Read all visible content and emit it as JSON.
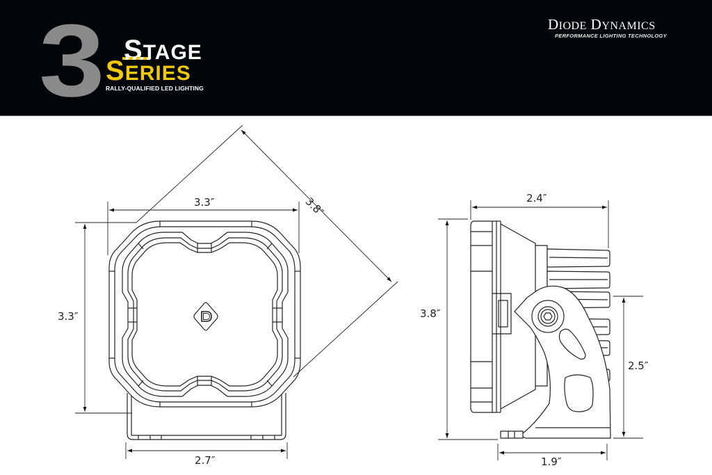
{
  "header": {
    "product_logo": {
      "numeral": "3",
      "word1": "Stage",
      "word2": "Series",
      "tagline": "RALLY-QUALIFIED LED LIGHTING",
      "colors": {
        "numeral": "#8a8a8a",
        "word1": "#ffffff",
        "word2": "#f2c80f"
      }
    },
    "brand": {
      "name": "Diode Dynamics",
      "tagline": "PERFORMANCE LIGHTING TECHNOLOGY"
    },
    "background": "#030608"
  },
  "front_view": {
    "dimensions": {
      "width": "3.3″",
      "height": "3.3″",
      "diagonal": "3.8″",
      "bracket_width": "2.7″"
    },
    "badge_letter": "D"
  },
  "side_view": {
    "dimensions": {
      "depth": "2.4″",
      "height": "3.8″",
      "mount_height": "2.5″",
      "base_length": "1.9″"
    }
  },
  "line_color": "#222222"
}
